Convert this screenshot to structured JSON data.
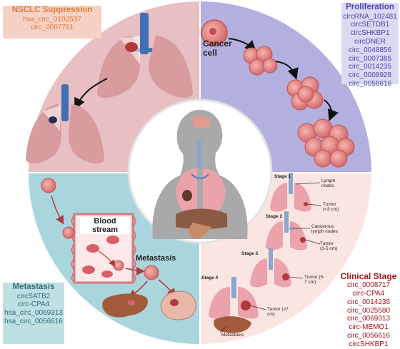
{
  "nsclc": {
    "title": "NSCLC Suppression",
    "items": [
      "hsa_circ_0102537",
      "circ_0007761"
    ]
  },
  "proliferation": {
    "title": "Proliferation",
    "items": [
      "circRNA_102481",
      "circSETDB1",
      "circSHKBP1",
      "circDNER",
      "circ_0048856",
      "circ_0007385",
      "circ_0014235",
      "circ_0008928",
      "circ_0056616"
    ]
  },
  "metastasis_box": {
    "title": "Metastasis",
    "items": [
      "circSATB2",
      "circ-CPA4",
      "hsa_circ_0069313",
      "hsa_circ_0056616"
    ]
  },
  "clinical_stage": {
    "title": "Clinical Stage",
    "items": [
      "circ_0008717",
      "circ-CPA4",
      "circ_0014235",
      "circ_0025580",
      "circ_0069313",
      "circ-MEMO1",
      "circ_0056616",
      "circSHKBP1"
    ]
  },
  "labels": {
    "cancer_cell": "Cancer cell",
    "blood_stream": "Blood stream",
    "metastasis": "Metastasis"
  },
  "stages": {
    "stage1": "Stage 1",
    "stage2": "Stage 2",
    "stage3": "Stage 3",
    "stage4": "Stage 4",
    "lymph_nodes": "Lymph nodes",
    "tumor1": "Tumor (<3 cm)",
    "cancerous_nodes": "Cancerous lymph nodes",
    "tumor2": "Tumor (3-5 cm)",
    "tumor3": "Tumor (5-7 cm)",
    "tumor4": "Tumor (>7 cm)",
    "metastasis_label": "Metastasis"
  },
  "colors": {
    "pink_quadrant": "#e8bfc3",
    "purple_quadrant": "#b3b0e0",
    "teal_quadrant": "#a9d5dc",
    "peach_quadrant": "#fbe5e2",
    "cell": "#e08a8a",
    "lung": "#d89b9e",
    "trachea": "#3f6fb5"
  }
}
